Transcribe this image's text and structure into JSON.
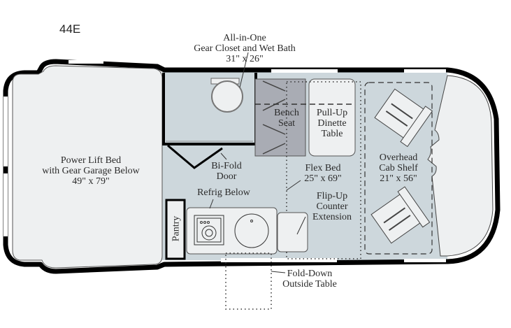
{
  "model": "44E",
  "colors": {
    "wall": "#000000",
    "interior_floor": "#cdd7dc",
    "furniture": "#eef0f1",
    "bench": "#a9acb4",
    "window": "#ffffff",
    "text": "#2a2a2a"
  },
  "labels": {
    "wet_bath": [
      "All-in-One",
      "Gear Closet and Wet Bath",
      "31\" x 26\""
    ],
    "bed": [
      "Power Lift Bed",
      "with Gear Garage Below",
      "49\" x 79\""
    ],
    "bench": [
      "Bench",
      "Seat"
    ],
    "dinette": [
      "Pull-Up",
      "Dinette",
      "Table"
    ],
    "bifold": [
      "Bi-Fold",
      "Door"
    ],
    "flex_bed": [
      "Flex Bed",
      "25\" x 69\""
    ],
    "refrig": "Refrig Below",
    "counter_ext": [
      "Flip-Up",
      "Counter",
      "Extension"
    ],
    "cab_shelf": [
      "Overhead",
      "Cab Shelf",
      "21\" x 56\""
    ],
    "pantry": "Pantry",
    "outside_table": [
      "Fold-Down",
      "Outside Table"
    ]
  }
}
